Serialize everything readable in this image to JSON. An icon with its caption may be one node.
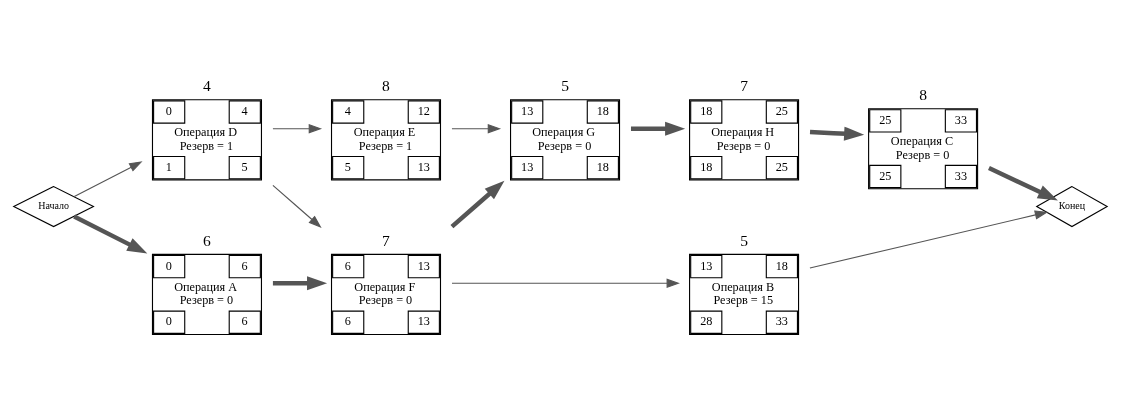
{
  "diagram": {
    "nodes": [
      {
        "text": [
          "Начало"
        ]
      },
      {
        "text": [
          "4",
          "0",
          "4",
          "Операция D",
          "Резерв = 1",
          "1",
          "5"
        ]
      },
      {
        "text": [
          "8",
          "4",
          "12",
          "Операция E",
          "Резерв = 1",
          "5",
          "13"
        ]
      },
      {
        "text": [
          "5",
          "13",
          "18",
          "Операция G",
          "Резерв = 0",
          "13",
          "18"
        ]
      },
      {
        "text": [
          "7",
          "18",
          "25",
          "Операция H",
          "Резерв = 0",
          "18",
          "25"
        ]
      },
      {
        "text": [
          "8",
          "25",
          "33",
          "Операция C",
          "Резерв = 0",
          "25",
          "33"
        ]
      },
      {
        "text": [
          "6",
          "0",
          "6",
          "Операция A",
          "Резерв = 0",
          "0",
          "6"
        ]
      },
      {
        "text": [
          "7",
          "6",
          "13",
          "Операция F",
          "Резерв = 0",
          "6",
          "13"
        ]
      },
      {
        "text": [
          "5",
          "13",
          "18",
          "Операция B",
          "Резерв = 15",
          "28",
          "33"
        ]
      },
      {
        "text": [
          "Конец"
        ]
      }
    ],
    "edges": [
      {
        "from": 0,
        "to": 1,
        "arrow": "to"
      },
      {
        "from": 0,
        "to": 6,
        "arrow": "to",
        "style": "thick"
      },
      {
        "from": 1,
        "to": 2,
        "arrow": "to"
      },
      {
        "from": 1,
        "to": 7,
        "arrow": "to"
      },
      {
        "from": 2,
        "to": 3,
        "arrow": "to"
      },
      {
        "from": 6,
        "to": 7,
        "arrow": "to",
        "style": "thick"
      },
      {
        "from": 7,
        "to": 3,
        "arrow": "to",
        "style": "thick"
      },
      {
        "from": 7,
        "to": 8,
        "arrow": "to"
      },
      {
        "from": 3,
        "to": 4,
        "arrow": "to",
        "style": "thick"
      },
      {
        "from": 4,
        "to": 5,
        "arrow": "to",
        "style": "thick"
      },
      {
        "from": 5,
        "to": 9,
        "arrow": "to",
        "style": "thick"
      },
      {
        "from": 8,
        "to": 9,
        "arrow": "to"
      }
    ]
  }
}
